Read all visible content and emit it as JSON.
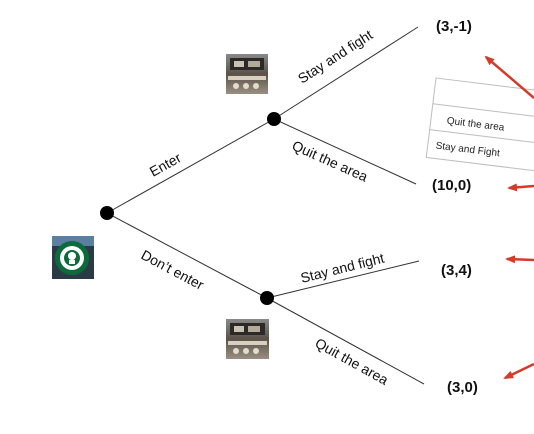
{
  "tree": {
    "branches": {
      "enter": "Enter",
      "dont_enter": "Don’t enter",
      "top_stay": "Stay and fight",
      "top_quit": "Quit the area",
      "bottom_stay": "Stay and fight",
      "bottom_quit": "Quit the area"
    },
    "payoffs": {
      "enter_stay": "(3,-1)",
      "enter_quit": "(10,0)",
      "dont_stay": "(3,4)",
      "dont_quit": "(3,0)"
    },
    "overlay_table": {
      "row1": "Quit the area",
      "row2": "Stay and Fight"
    }
  },
  "colors": {
    "line": "#333333",
    "node": "#000000",
    "arrow": "#d43b2a",
    "logo_green": "#0b6b3a"
  },
  "icons": {
    "entrant_logo": "coffee-logo-icon",
    "incumbent_photo": "shop-photo-icon"
  }
}
